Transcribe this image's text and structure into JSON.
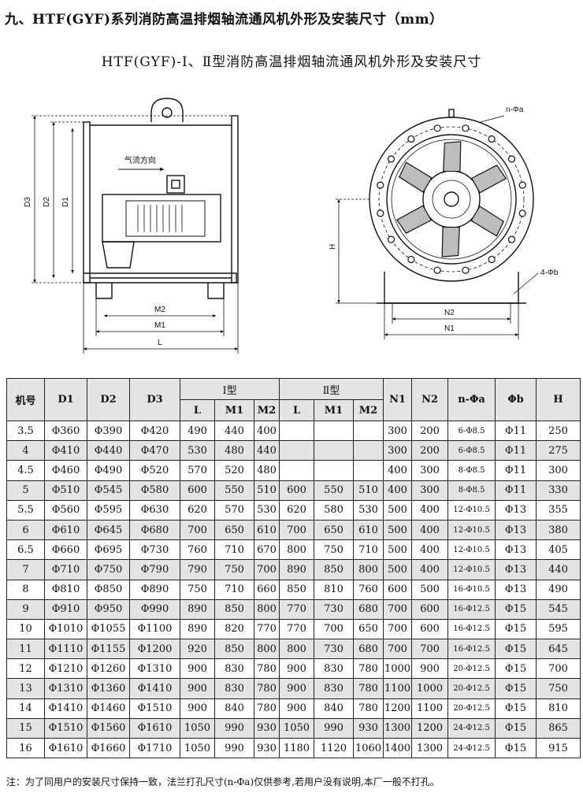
{
  "heading": "九、HTF(GYF)系列消防高温排烟轴流通风机外形及安装尺寸（mm）",
  "subheading": "HTF(GYF)-Ⅰ、Ⅱ型消防高温排烟轴流通风机外形及安装尺寸",
  "drawing": {
    "airflow_label": "气流方向",
    "dims": {
      "d3": "D3",
      "d2": "D2",
      "d1": "D1",
      "m2": "M2",
      "m1": "M1",
      "l": "L",
      "h": "H",
      "n2": "N2",
      "n1": "N1",
      "na": "n-Φa",
      "b": "4-Φb"
    }
  },
  "table": {
    "headers": {
      "model": "机号",
      "d1": "D1",
      "d2": "D2",
      "d3": "D3",
      "type1": "Ⅰ型",
      "type2": "Ⅱ型",
      "l": "L",
      "m1": "M1",
      "m2": "M2",
      "n1": "N1",
      "n2": "N2",
      "na": "n-Φa",
      "b": "Φb",
      "h": "H"
    },
    "rows": [
      [
        "3.5",
        "Φ360",
        "Φ390",
        "Φ420",
        "490",
        "440",
        "400",
        "",
        "",
        "",
        "300",
        "200",
        "6-Φ8.5",
        "Φ11",
        "250"
      ],
      [
        "4",
        "Φ410",
        "Φ440",
        "Φ470",
        "530",
        "480",
        "440",
        "",
        "",
        "",
        "300",
        "200",
        "6-Φ8.5",
        "Φ11",
        "275"
      ],
      [
        "4.5",
        "Φ460",
        "Φ490",
        "Φ520",
        "570",
        "520",
        "480",
        "",
        "",
        "",
        "400",
        "300",
        "8-Φ8.5",
        "Φ11",
        "300"
      ],
      [
        "5",
        "Φ510",
        "Φ545",
        "Φ580",
        "600",
        "550",
        "510",
        "600",
        "550",
        "510",
        "400",
        "300",
        "8-Φ8.5",
        "Φ11",
        "330"
      ],
      [
        "5.5",
        "Φ560",
        "Φ595",
        "Φ630",
        "620",
        "570",
        "530",
        "620",
        "580",
        "530",
        "500",
        "400",
        "12-Φ10.5",
        "Φ13",
        "355"
      ],
      [
        "6",
        "Φ610",
        "Φ645",
        "Φ680",
        "700",
        "650",
        "610",
        "700",
        "650",
        "610",
        "500",
        "400",
        "12-Φ10.5",
        "Φ13",
        "380"
      ],
      [
        "6.5",
        "Φ660",
        "Φ695",
        "Φ730",
        "760",
        "710",
        "670",
        "800",
        "750",
        "710",
        "500",
        "400",
        "12-Φ10.5",
        "Φ13",
        "405"
      ],
      [
        "7",
        "Φ710",
        "Φ750",
        "Φ790",
        "790",
        "750",
        "700",
        "890",
        "850",
        "800",
        "500",
        "400",
        "12-Φ10.5",
        "Φ13",
        "440"
      ],
      [
        "8",
        "Φ810",
        "Φ850",
        "Φ890",
        "750",
        "710",
        "660",
        "850",
        "810",
        "760",
        "600",
        "500",
        "16-Φ10.5",
        "Φ13",
        "490"
      ],
      [
        "9",
        "Φ910",
        "Φ950",
        "Φ990",
        "890",
        "850",
        "800",
        "770",
        "730",
        "680",
        "700",
        "600",
        "16-Φ12.5",
        "Φ15",
        "545"
      ],
      [
        "10",
        "Φ1010",
        "Φ1055",
        "Φ1100",
        "890",
        "820",
        "770",
        "770",
        "700",
        "650",
        "700",
        "600",
        "16-Φ12.5",
        "Φ15",
        "595"
      ],
      [
        "11",
        "Φ1110",
        "Φ1155",
        "Φ1200",
        "920",
        "850",
        "800",
        "800",
        "730",
        "680",
        "700",
        "700",
        "16-Φ12.5",
        "Φ15",
        "645"
      ],
      [
        "12",
        "Φ1210",
        "Φ1260",
        "Φ1310",
        "900",
        "830",
        "780",
        "900",
        "830",
        "780",
        "1000",
        "900",
        "20-Φ12.5",
        "Φ15",
        "700"
      ],
      [
        "13",
        "Φ1310",
        "Φ1360",
        "Φ1410",
        "900",
        "830",
        "780",
        "900",
        "830",
        "780",
        "1100",
        "1000",
        "20-Φ12.5",
        "Φ15",
        "750"
      ],
      [
        "14",
        "Φ1410",
        "Φ1460",
        "Φ1510",
        "900",
        "840",
        "780",
        "900",
        "840",
        "780",
        "1200",
        "1100",
        "20-Φ12.5",
        "Φ15",
        "810"
      ],
      [
        "15",
        "Φ1510",
        "Φ1560",
        "Φ1610",
        "1050",
        "990",
        "930",
        "1050",
        "990",
        "930",
        "1300",
        "1200",
        "24-Φ12.5",
        "Φ15",
        "865"
      ],
      [
        "16",
        "Φ1610",
        "Φ1660",
        "Φ1710",
        "1050",
        "990",
        "930",
        "1180",
        "1120",
        "1060",
        "1400",
        "1300",
        "24-Φ12.5",
        "Φ15",
        "915"
      ]
    ]
  },
  "note": "注：为了同用户的安装尺寸保持一致，法兰打孔尺寸(n-Φa)仅供参考,若用户没有说明,本厂一般不打孔。"
}
